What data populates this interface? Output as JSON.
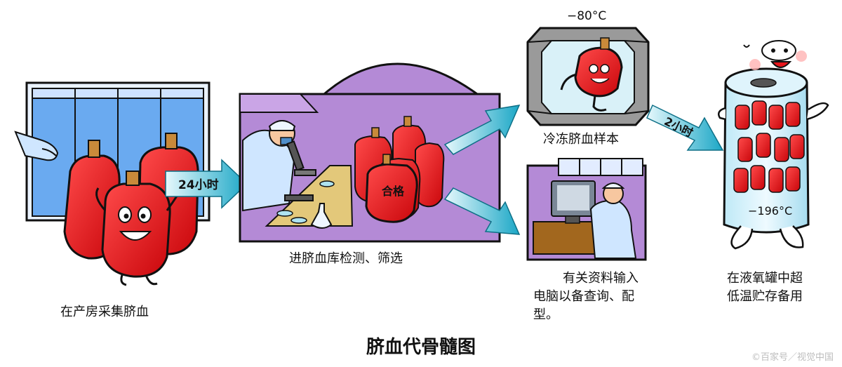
{
  "title": "脐血代骨髓图",
  "watermark": "©百家号／视觉中国",
  "steps": {
    "collect": "在产房采集脐血",
    "lab": "进脐血库检测、筛选",
    "freeze": "冷冻脐血样本",
    "record_line1": "有关资料输入",
    "record_line2": "电脑以备查询、配",
    "record_line3": "型。",
    "store_line1": "在液氧罐中超",
    "store_line2": "低温贮存备用"
  },
  "arrows": {
    "a1": "24小时",
    "a2": "2小时"
  },
  "badges": {
    "pass": "合格",
    "minus80": "−80°C",
    "minus196": "−196°C"
  },
  "colors": {
    "bag_red": "#e8161b",
    "lab_purple": "#b48ad6",
    "arrow_cyan": "#1ba7c6",
    "window_blue": "#6aaaf0"
  }
}
